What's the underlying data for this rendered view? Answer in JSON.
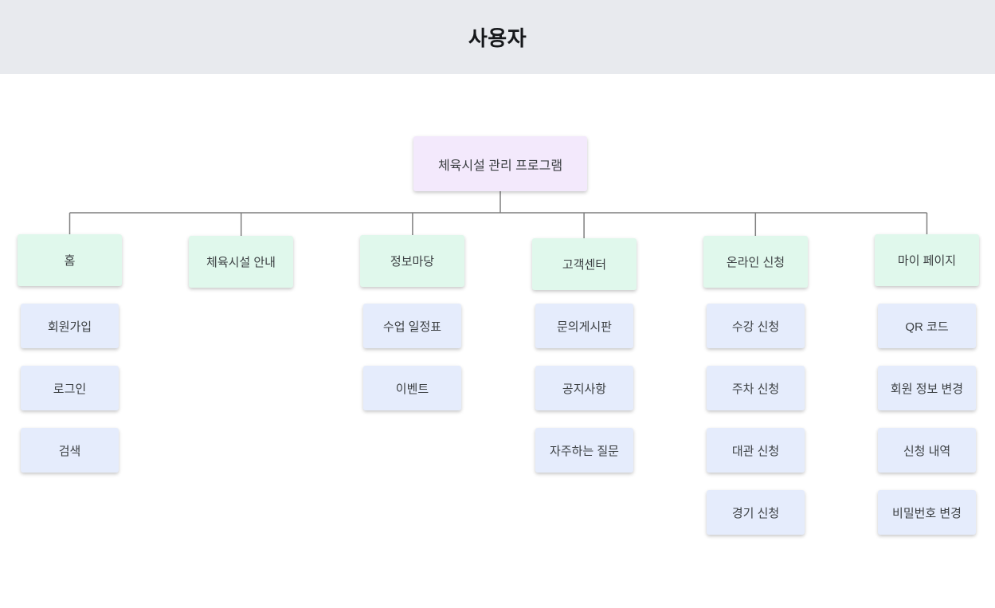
{
  "header": {
    "title": "사용자"
  },
  "colors": {
    "header_bg": "#e8eaee",
    "root_bg": "#f3e9fc",
    "branch_bg": "#e0f8ec",
    "leaf_bg": "#e5ecfc",
    "connector_line": "#7f7f7f",
    "node_text": "#3c4043",
    "title_text": "#16181b"
  },
  "tree": {
    "root": {
      "label": "체육시설 관리 프로그램"
    },
    "branches": [
      {
        "label": "홈",
        "children": [
          "회원가입",
          "로그인",
          "검색"
        ]
      },
      {
        "label": "체육시설 안내",
        "children": []
      },
      {
        "label": "정보마당",
        "children": [
          "수업 일정표",
          "이벤트"
        ]
      },
      {
        "label": "고객센터",
        "children": [
          "문의게시판",
          "공지사항",
          "자주하는 질문"
        ]
      },
      {
        "label": "온라인 신청",
        "children": [
          "수강 신청",
          "주차 신청",
          "대관 신청",
          "경기 신청"
        ]
      },
      {
        "label": "마이 페이지",
        "children": [
          "QR 코드",
          "회원 정보 변경",
          "신청 내역",
          "비밀번호 변경"
        ]
      }
    ]
  }
}
